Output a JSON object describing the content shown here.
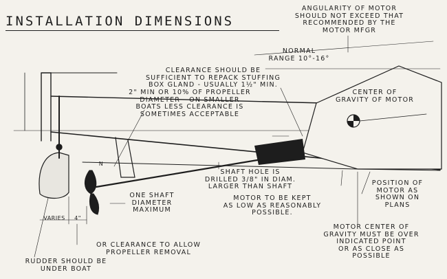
{
  "title": "INSTALLATION DIMENSIONS",
  "labels": {
    "angularity": "ANGULARITY OF MOTOR\nSHOULD NOT EXCEED THAT\nRECOMMENDED BY THE\nMOTOR MFGR",
    "normal_range": "NORMAL\nRANGE 10°-16°",
    "clearance_stuffing": "CLEARANCE SHOULD BE\nSUFFICIENT TO REPACK STUFFING\nBOX GLAND - USUALLY 1½\" MIN.",
    "prop_clearance": "2\" MIN OR 10% OF PROPELLER\nDIAMETER - ON SMALLER\nBOATS LESS CLEARANCE IS\nSOMETIMES ACCEPTABLE",
    "center_gravity": "CENTER OF\nGRAVITY OF MOTOR",
    "shaft_hole": "SHAFT HOLE IS\nDRILLED 3/8\" IN DIAM.\nLARGER THAN SHAFT",
    "one_shaft": "ONE SHAFT\nDIAMETER\nMAXIMUM",
    "motor_low": "MOTOR TO BE KEPT\nAS LOW AS REASONABLY\nPOSSIBLE.",
    "position_motor": "POSITION OF\nMOTOR AS\nSHOWN ON PLANS",
    "motor_cg": "MOTOR CENTER OF\nGRAVITY MUST BE OVER\nINDICATED POINT\nOR AS CLOSE AS\nPOSSIBLE",
    "varies": "VARIES",
    "four_inch": "4\"",
    "clearance_removal": "OR CLEARANCE TO ALLOW\nPROPELLER REMOVAL",
    "rudder": "RUDDER SHOULD BE\nUNDER BOAT",
    "n": "N"
  }
}
